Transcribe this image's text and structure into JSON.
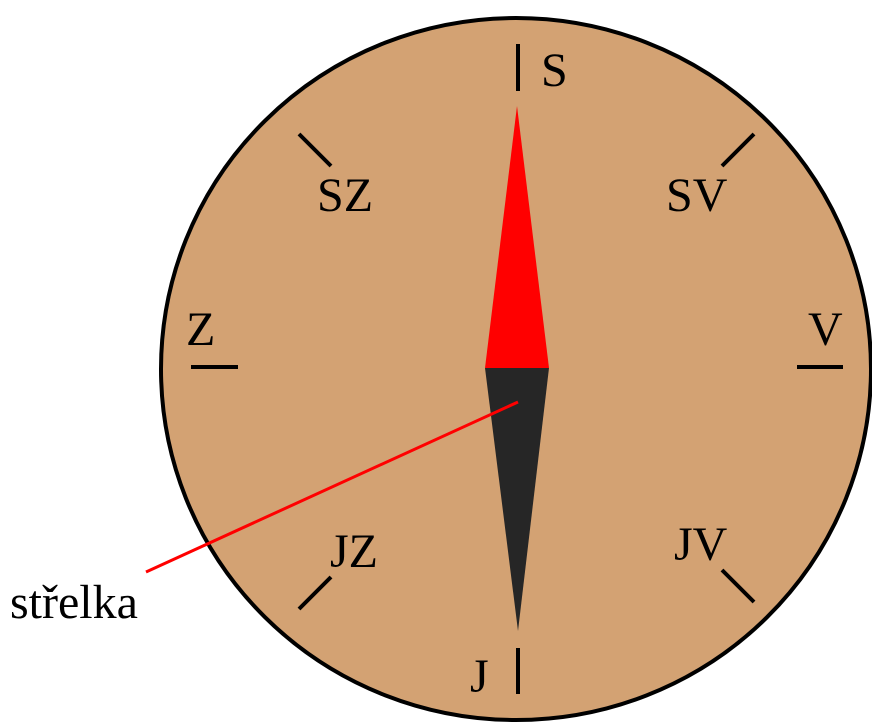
{
  "compass": {
    "face_color": "#D3A273",
    "rim_color": "#000000",
    "needle_north_color": "#FF0000",
    "needle_south_color": "#262626",
    "directions": {
      "north": "S",
      "northeast": "SV",
      "east": "V",
      "southeast": "JV",
      "south": "J",
      "southwest": "JZ",
      "west": "Z",
      "northwest": "SZ"
    }
  },
  "callout": {
    "label": "střelka",
    "line_color": "#FF0000"
  }
}
